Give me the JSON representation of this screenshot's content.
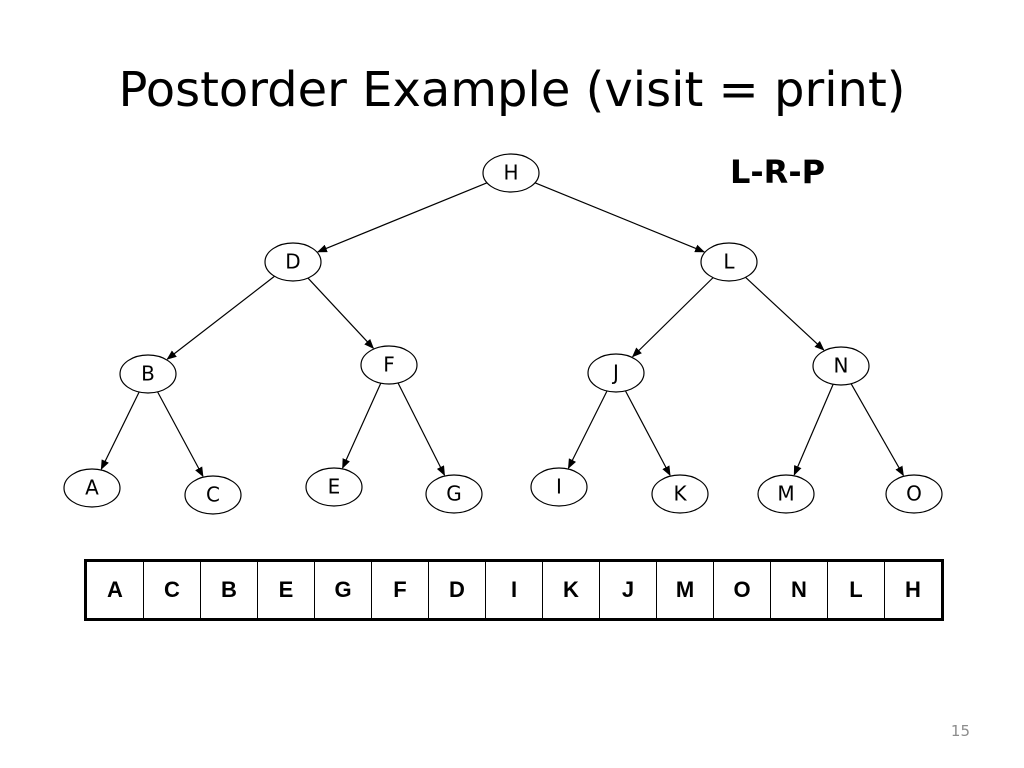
{
  "title": "Postorder Example (visit = print)",
  "traversal_label": "L-R-P",
  "tree": {
    "nodes": [
      {
        "id": "H",
        "label": "H"
      },
      {
        "id": "D",
        "label": "D"
      },
      {
        "id": "L",
        "label": "L"
      },
      {
        "id": "B",
        "label": "B"
      },
      {
        "id": "F",
        "label": "F"
      },
      {
        "id": "J",
        "label": "J"
      },
      {
        "id": "N",
        "label": "N"
      },
      {
        "id": "A",
        "label": "A"
      },
      {
        "id": "C",
        "label": "C"
      },
      {
        "id": "E",
        "label": "E"
      },
      {
        "id": "G",
        "label": "G"
      },
      {
        "id": "I",
        "label": "I"
      },
      {
        "id": "K",
        "label": "K"
      },
      {
        "id": "M",
        "label": "M"
      },
      {
        "id": "O",
        "label": "O"
      }
    ],
    "edges": [
      {
        "from": "H",
        "to": "D"
      },
      {
        "from": "H",
        "to": "L"
      },
      {
        "from": "D",
        "to": "B"
      },
      {
        "from": "D",
        "to": "F"
      },
      {
        "from": "L",
        "to": "J"
      },
      {
        "from": "L",
        "to": "N"
      },
      {
        "from": "B",
        "to": "A"
      },
      {
        "from": "B",
        "to": "C"
      },
      {
        "from": "F",
        "to": "E"
      },
      {
        "from": "F",
        "to": "G"
      },
      {
        "from": "J",
        "to": "I"
      },
      {
        "from": "J",
        "to": "K"
      },
      {
        "from": "N",
        "to": "M"
      },
      {
        "from": "N",
        "to": "O"
      }
    ]
  },
  "output_sequence": [
    "A",
    "C",
    "B",
    "E",
    "G",
    "F",
    "D",
    "I",
    "K",
    "J",
    "M",
    "O",
    "N",
    "L",
    "H"
  ],
  "page_number": "15"
}
